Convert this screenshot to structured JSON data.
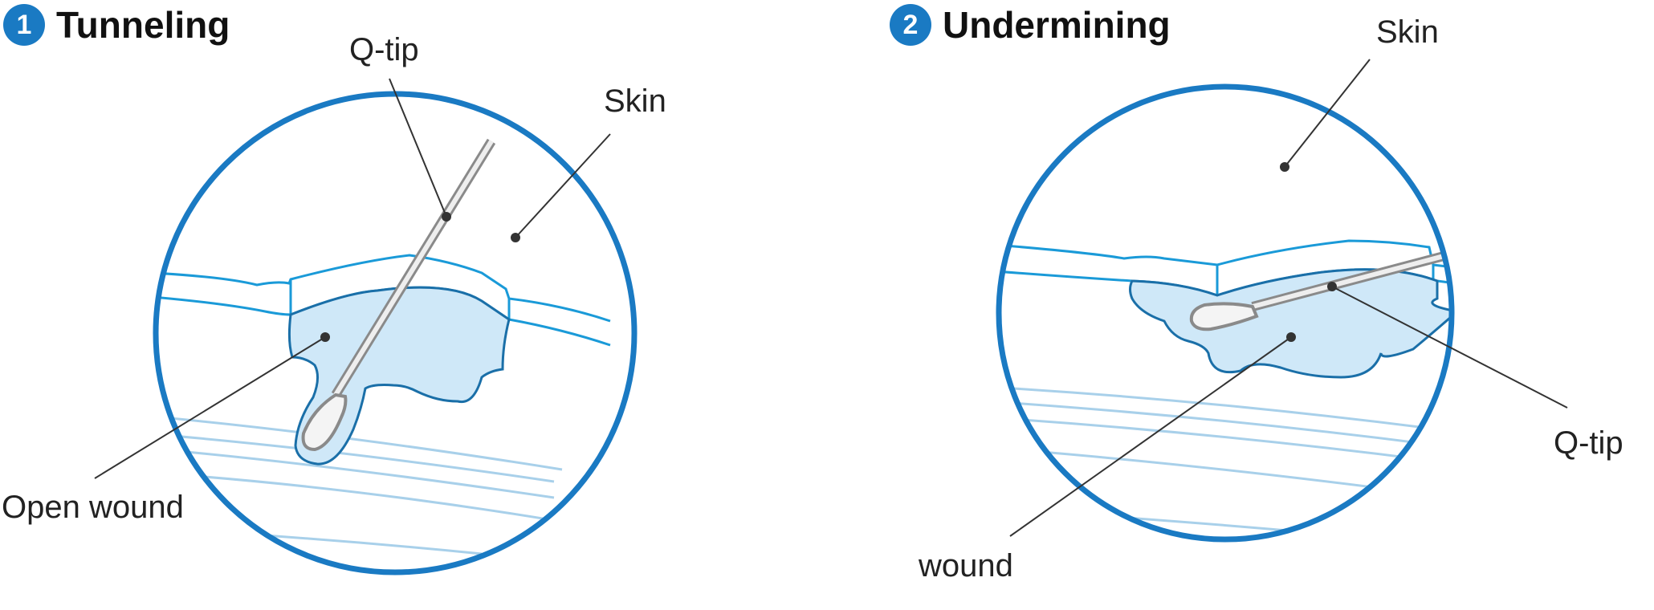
{
  "colors": {
    "ring": "#1a7ac3",
    "skin_line": "#1a9ad8",
    "wound_fill": "#cfe8f8",
    "wound_outline": "#1a6fa8",
    "tissue_line": "#a8d0ea",
    "qtip": "#8a8a8a",
    "leader": "#333333"
  },
  "panels": [
    {
      "number": "1",
      "title": "Tunneling",
      "labels": {
        "qtip": "Q-tip",
        "skin": "Skin",
        "wound": "Open wound"
      }
    },
    {
      "number": "2",
      "title": "Undermining",
      "labels": {
        "skin": "Skin",
        "qtip": "Q-tip",
        "wound": "wound"
      }
    }
  ]
}
